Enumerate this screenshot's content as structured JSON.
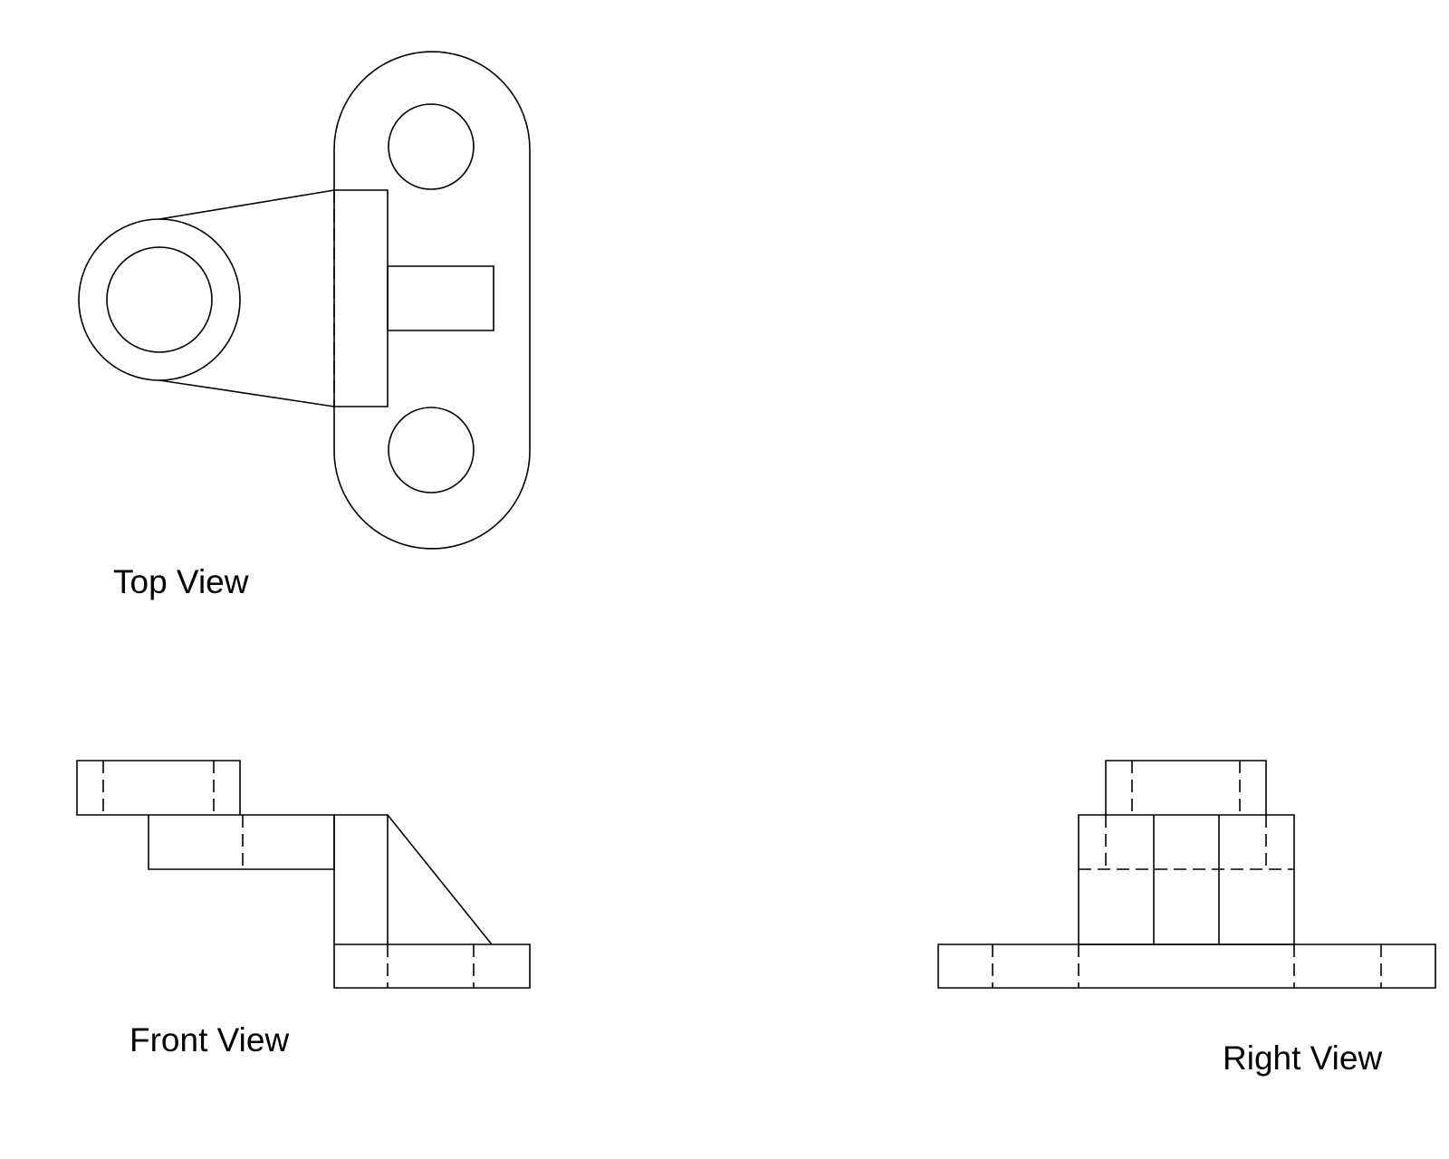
{
  "drawing": {
    "line_color": "#000000",
    "background": "#ffffff",
    "views": {
      "top": {
        "label": "Top View"
      },
      "front": {
        "label": "Front View"
      },
      "right": {
        "label": "Right View"
      }
    }
  }
}
